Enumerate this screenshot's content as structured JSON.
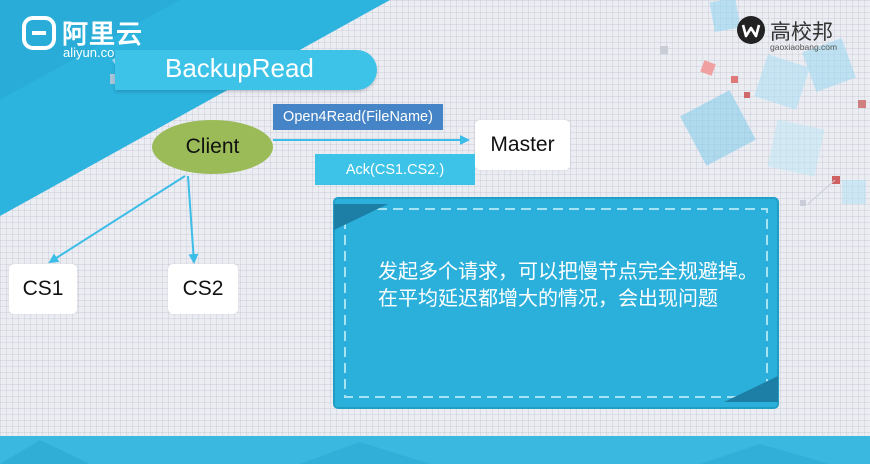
{
  "logo_left": {
    "main": "阿里云",
    "sub": "aliyun.com",
    "icon": "aliyun-cloud-icon"
  },
  "logo_right": {
    "main": "高校邦",
    "sub": "gaoxiaobang.com",
    "icon": "gaoxiaobang-w-icon"
  },
  "title": "BackupRead",
  "nodes": {
    "client": "Client",
    "master": "Master",
    "cs1": "CS1",
    "cs2": "CS2"
  },
  "messages": {
    "request": "Open4Read(FileName)",
    "response": "Ack(CS1.CS2.)"
  },
  "note": {
    "text": "发起多个请求，可以把慢节点完全规避掉。在平均延迟都增大的情况，会出现问题"
  },
  "colors": {
    "accent": "#3ec3e8",
    "client": "#9bbb59",
    "request_box": "#4584c6",
    "arrow": "#3bbde8",
    "note_border": "#1f9fc4"
  }
}
